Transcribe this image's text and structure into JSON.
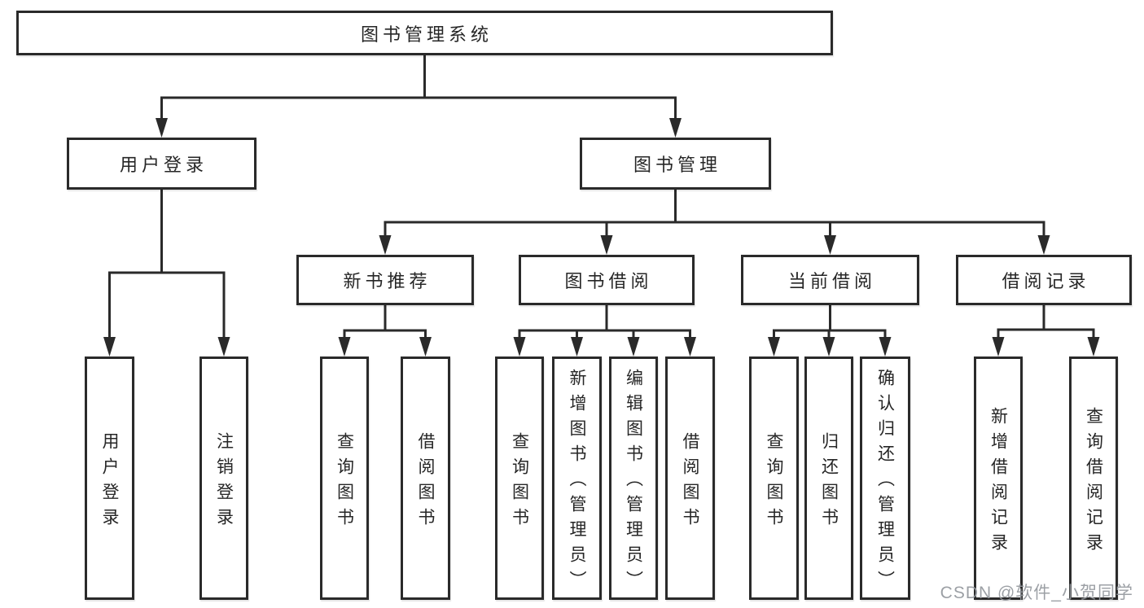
{
  "tree": {
    "root": {
      "label": "图书管理系统"
    },
    "branches": [
      {
        "label": "用户登录",
        "children": [
          {
            "label": "用户登录"
          },
          {
            "label": "注销登录"
          }
        ]
      },
      {
        "label": "图书管理",
        "children": [
          {
            "label": "新书推荐",
            "children": [
              {
                "label": "查询图书"
              },
              {
                "label": "借阅图书"
              }
            ]
          },
          {
            "label": "图书借阅",
            "children": [
              {
                "label": "查询图书"
              },
              {
                "label": "新增图书（管理员）"
              },
              {
                "label": "编辑图书（管理员）"
              },
              {
                "label": "借阅图书"
              }
            ]
          },
          {
            "label": "当前借阅",
            "children": [
              {
                "label": "查询图书"
              },
              {
                "label": "归还图书"
              },
              {
                "label": "确认归还（管理员）"
              }
            ]
          },
          {
            "label": "借阅记录",
            "children": [
              {
                "label": "新增借阅记录"
              },
              {
                "label": "查询借阅记录"
              }
            ]
          }
        ]
      }
    ]
  },
  "watermark": "CSDN @软件_小贺同学",
  "colors": {
    "line": "#2a2a2a",
    "box_background": "#ffffff",
    "text": "#262626",
    "watermark": "#94989d"
  }
}
